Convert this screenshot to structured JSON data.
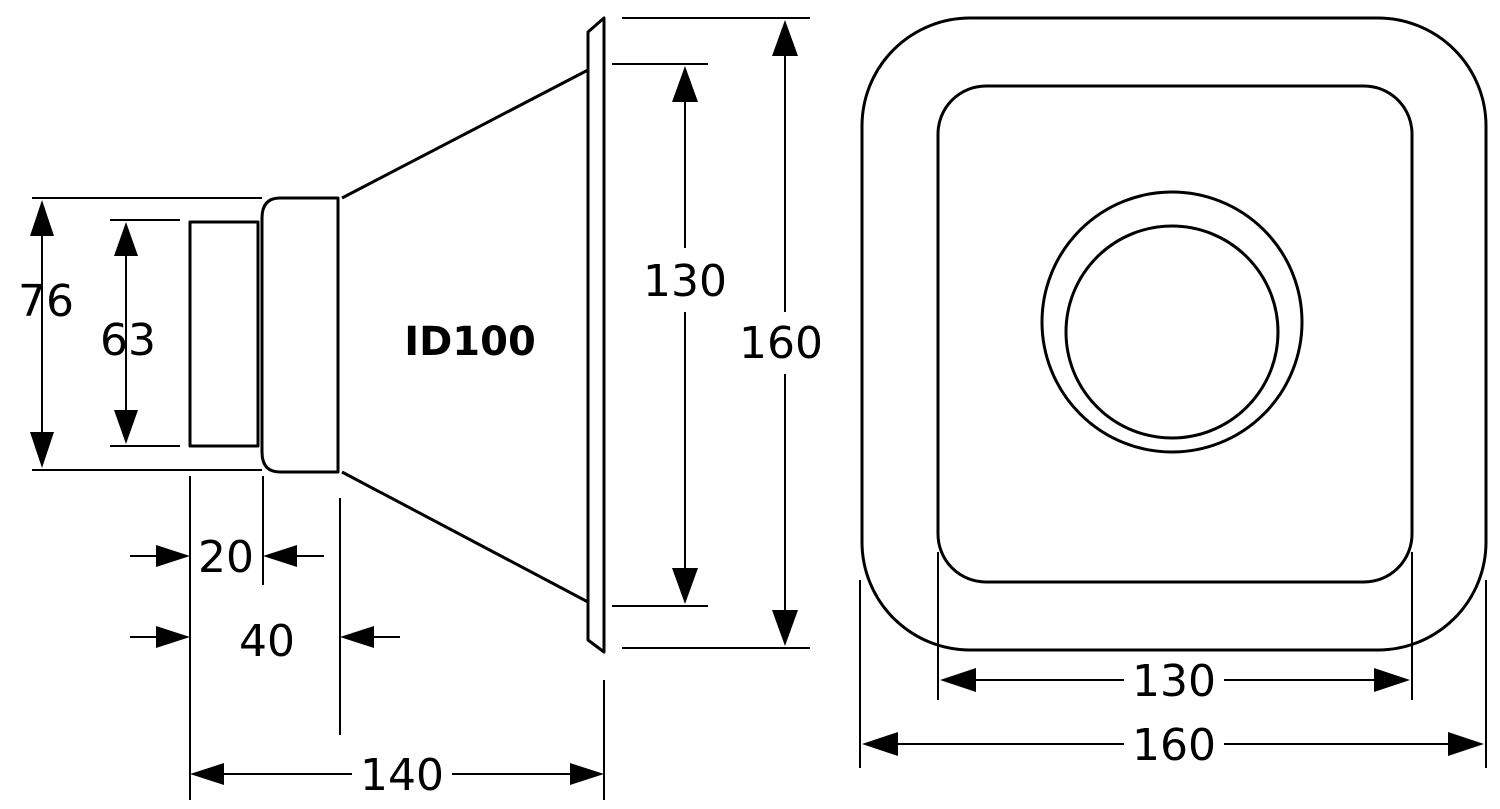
{
  "model": "ID100",
  "side_view": {
    "dims": {
      "flange_height": "76",
      "throat_height": "63",
      "throat_length": "20",
      "collar_length": "40",
      "mouth_inner_height": "130",
      "mouth_outer_height": "160",
      "overall_length": "140"
    }
  },
  "front_view": {
    "dims": {
      "inner_width": "130",
      "outer_width": "160"
    }
  },
  "colors": {
    "ink": "#000000",
    "paper": "#ffffff"
  }
}
